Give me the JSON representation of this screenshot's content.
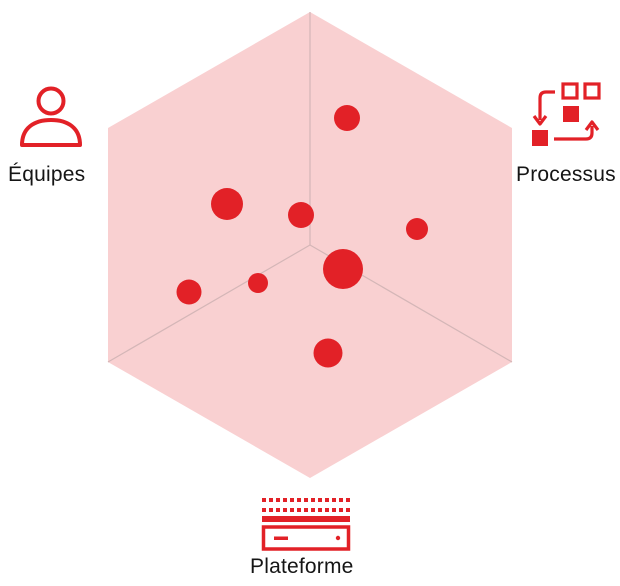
{
  "colors": {
    "hexagon_fill": "#f9d0d1",
    "divider_line": "#d4b6b7",
    "dot": "#e22127",
    "icon": "#e22127",
    "text": "#151515"
  },
  "labels": {
    "teams": "Équipes",
    "process": "Processus",
    "platform": "Plateforme"
  },
  "icons": {
    "teams": "person-icon",
    "process": "process-flow-icon",
    "platform": "server-platform-icon"
  },
  "dot_count": 8
}
